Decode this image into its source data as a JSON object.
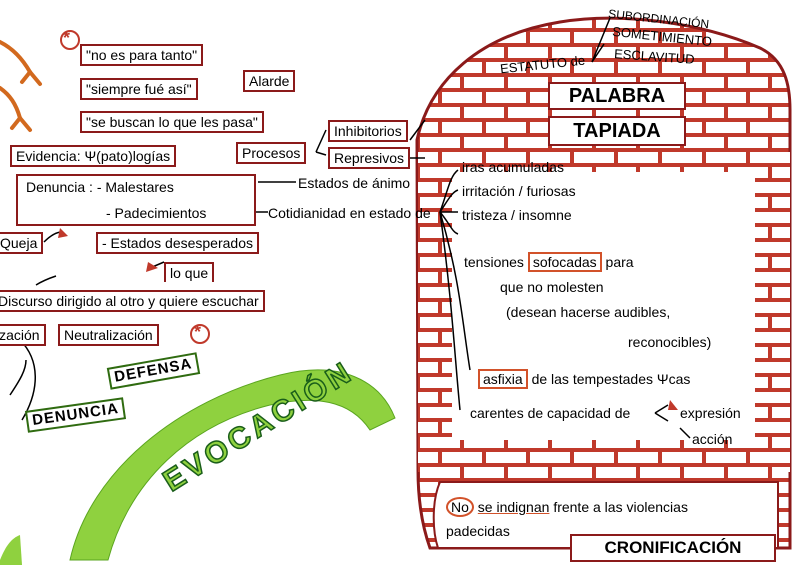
{
  "top_left": {
    "quote1": "\"no es para tanto\"",
    "quote2": "\"siempre fué así\"",
    "quote3": "\"se buscan lo que les pasa\"",
    "alarde": "Alarde",
    "inhibitorios": "Inhibitorios",
    "represivos": "Represivos",
    "procesos": "Procesos",
    "evidencia": "Evidencia: Ψ(pato)logías",
    "denuncia_line1": "Denuncia : - Malestares",
    "denuncia_line2": "- Padecimientos",
    "estados_animo": "Estados de ánimo",
    "cotidianidad": "Cotidianidad en estado de",
    "queja": "Queja",
    "estados_desesperados": "- Estados desesperados",
    "lo_que": "lo que",
    "discurso": "Discurso dirigido al otro y quiere escuchar",
    "izacion": "ización",
    "neutralizacion": "Neutralización",
    "asterisk": "*"
  },
  "ribbon": {
    "defensa": "DEFENSA",
    "denuncia": "DENUNCIA",
    "evocacion": "EVOCACIÓN"
  },
  "wall": {
    "estatuto": "ESTATUTO de",
    "subordinacion": "SUBORDINACIÓN",
    "sometimiento": "SOMETIMIENTO",
    "esclavitud": "ESCLAVITUD",
    "palabra": "PALABRA",
    "tapiada": "TAPIADA",
    "items": [
      "iras acumuladas",
      "irritación / furiosas",
      "tristeza / insomne",
      "tensiones",
      "sofocadas",
      "para",
      "que no molesten",
      "(desean hacerse audibles,",
      "reconocibles)",
      "asfixia",
      "de las tempestades Ψcas",
      "carentes de capacidad de",
      "expresión",
      "acción"
    ],
    "no": "No",
    "se_indignan": "se indignan",
    "frente": "frente a las violencias",
    "padecidas": "padecidas",
    "cronificacion": "CRONIFICACIÓN"
  },
  "colors": {
    "brick": "#c0392b",
    "border": "#8b1a1a",
    "accent_orange": "#d2522a",
    "ribbon_green": "#8fd13f"
  }
}
